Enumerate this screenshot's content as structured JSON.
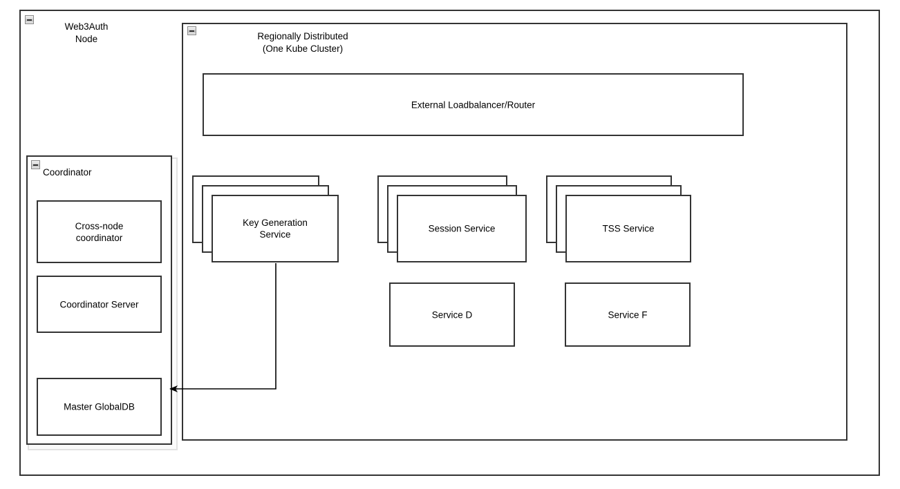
{
  "diagram": {
    "type": "architecture-diagram",
    "background": "#ffffff",
    "stroke_color": "#333333",
    "text_color": "#000000"
  },
  "outer_container": {
    "title": "Web3Auth\nNode",
    "collapse_icon": "minus-collapse-icon"
  },
  "cluster_container": {
    "title": "Regionally Distributed\n(One Kube Cluster)",
    "collapse_icon": "minus-collapse-icon"
  },
  "coordinator_container": {
    "title": "Coordinator",
    "collapse_icon": "minus-collapse-icon",
    "children": [
      {
        "label": "Cross-node\ncoordinator"
      },
      {
        "label": "Coordinator Server"
      },
      {
        "label": "Master GlobalDB"
      }
    ]
  },
  "loadbalancer": {
    "label": "External Loadbalancer/Router"
  },
  "stacked_services": [
    {
      "label": "Key Generation\nService",
      "layers": 3
    },
    {
      "label": "Session Service",
      "layers": 3
    },
    {
      "label": "TSS Service",
      "layers": 3
    }
  ],
  "plain_services": [
    {
      "label": "Service D"
    },
    {
      "label": "Service F"
    }
  ],
  "connectors": [
    {
      "from": "Key Generation Service",
      "to": "Master GlobalDB",
      "arrowhead": "end",
      "style": "orthogonal"
    }
  ]
}
